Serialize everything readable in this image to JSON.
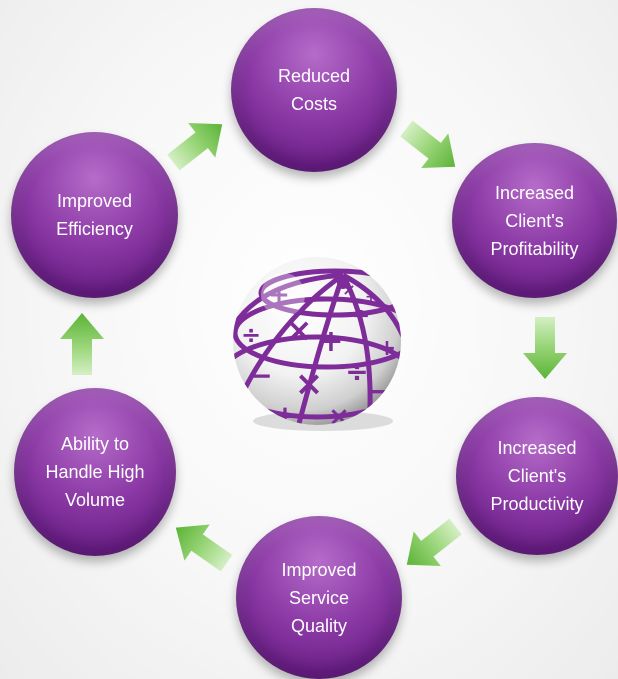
{
  "nodes": [
    {
      "id": "reduced-costs",
      "label": "Reduced\nCosts"
    },
    {
      "id": "increased-clients-profitability",
      "label": "Increased\nClient's\nProfitability"
    },
    {
      "id": "increased-clients-productivity",
      "label": "Increased\nClient's\nProductivity"
    },
    {
      "id": "improved-service-quality",
      "label": "Improved\nService\nQuality"
    },
    {
      "id": "ability-to-handle-high-volume",
      "label": "Ability to\nHandle High\nVolume"
    },
    {
      "id": "improved-efficiency",
      "label": "Improved\nEfficiency"
    }
  ],
  "colors": {
    "node": "#7a2a96",
    "arrow": "#6fc04a",
    "globe": "#8a3aa6"
  },
  "icons": [
    "arrow-icon",
    "math-symbols-globe-icon"
  ]
}
